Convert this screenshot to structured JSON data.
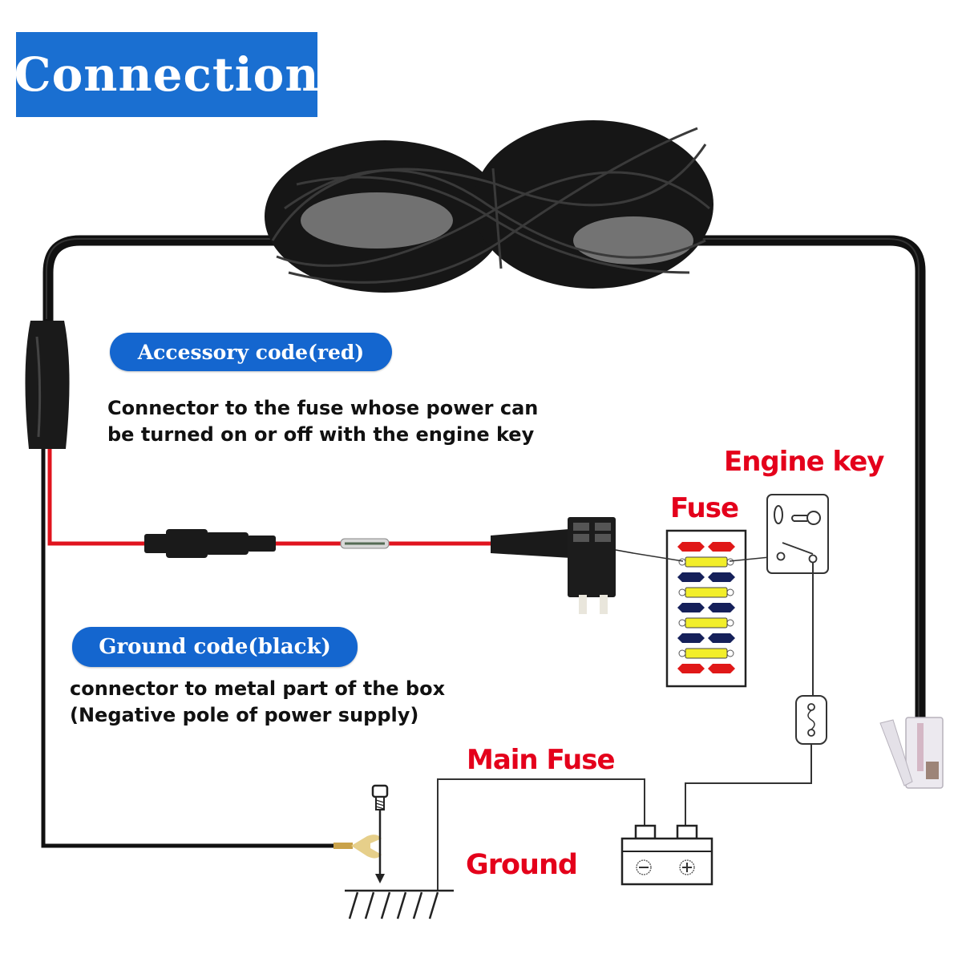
{
  "title": "Connection",
  "accessory": {
    "label": "Accessory code(red)",
    "description_line1": "Connector to the fuse whose power can",
    "description_line2": "be turned on or off with the engine key"
  },
  "ground": {
    "label": "Ground code(black)",
    "description_line1": "connector to metal part of the box",
    "description_line2": "(Negative pole of power supply)"
  },
  "labels": {
    "engine_key": "Engine key",
    "fuse": "Fuse",
    "main_fuse": "Main Fuse",
    "ground": "Ground"
  },
  "fuse_box": {
    "fuses": [
      "red",
      "yellow",
      "navy",
      "yellow",
      "navy",
      "yellow",
      "navy",
      "yellow",
      "red"
    ]
  },
  "colors": {
    "brand_blue": "#1a6fd1",
    "label_red": "#e4001b",
    "cable_black": "#111111",
    "wire_red": "#e0141e",
    "fuse_red": "#e01818",
    "fuse_yellow": "#f2ee2a",
    "fuse_navy": "#15205a"
  },
  "icons": {
    "engine_key": "key-switch-icon",
    "battery": "battery-icon",
    "ground": "ground-symbol-icon",
    "screw": "screw-icon",
    "inline_fuse": "inline-fuse-icon",
    "add_a_fuse": "fuse-tap-icon",
    "rj11": "rj11-plug-icon",
    "main_fuse": "main-fuse-icon"
  }
}
